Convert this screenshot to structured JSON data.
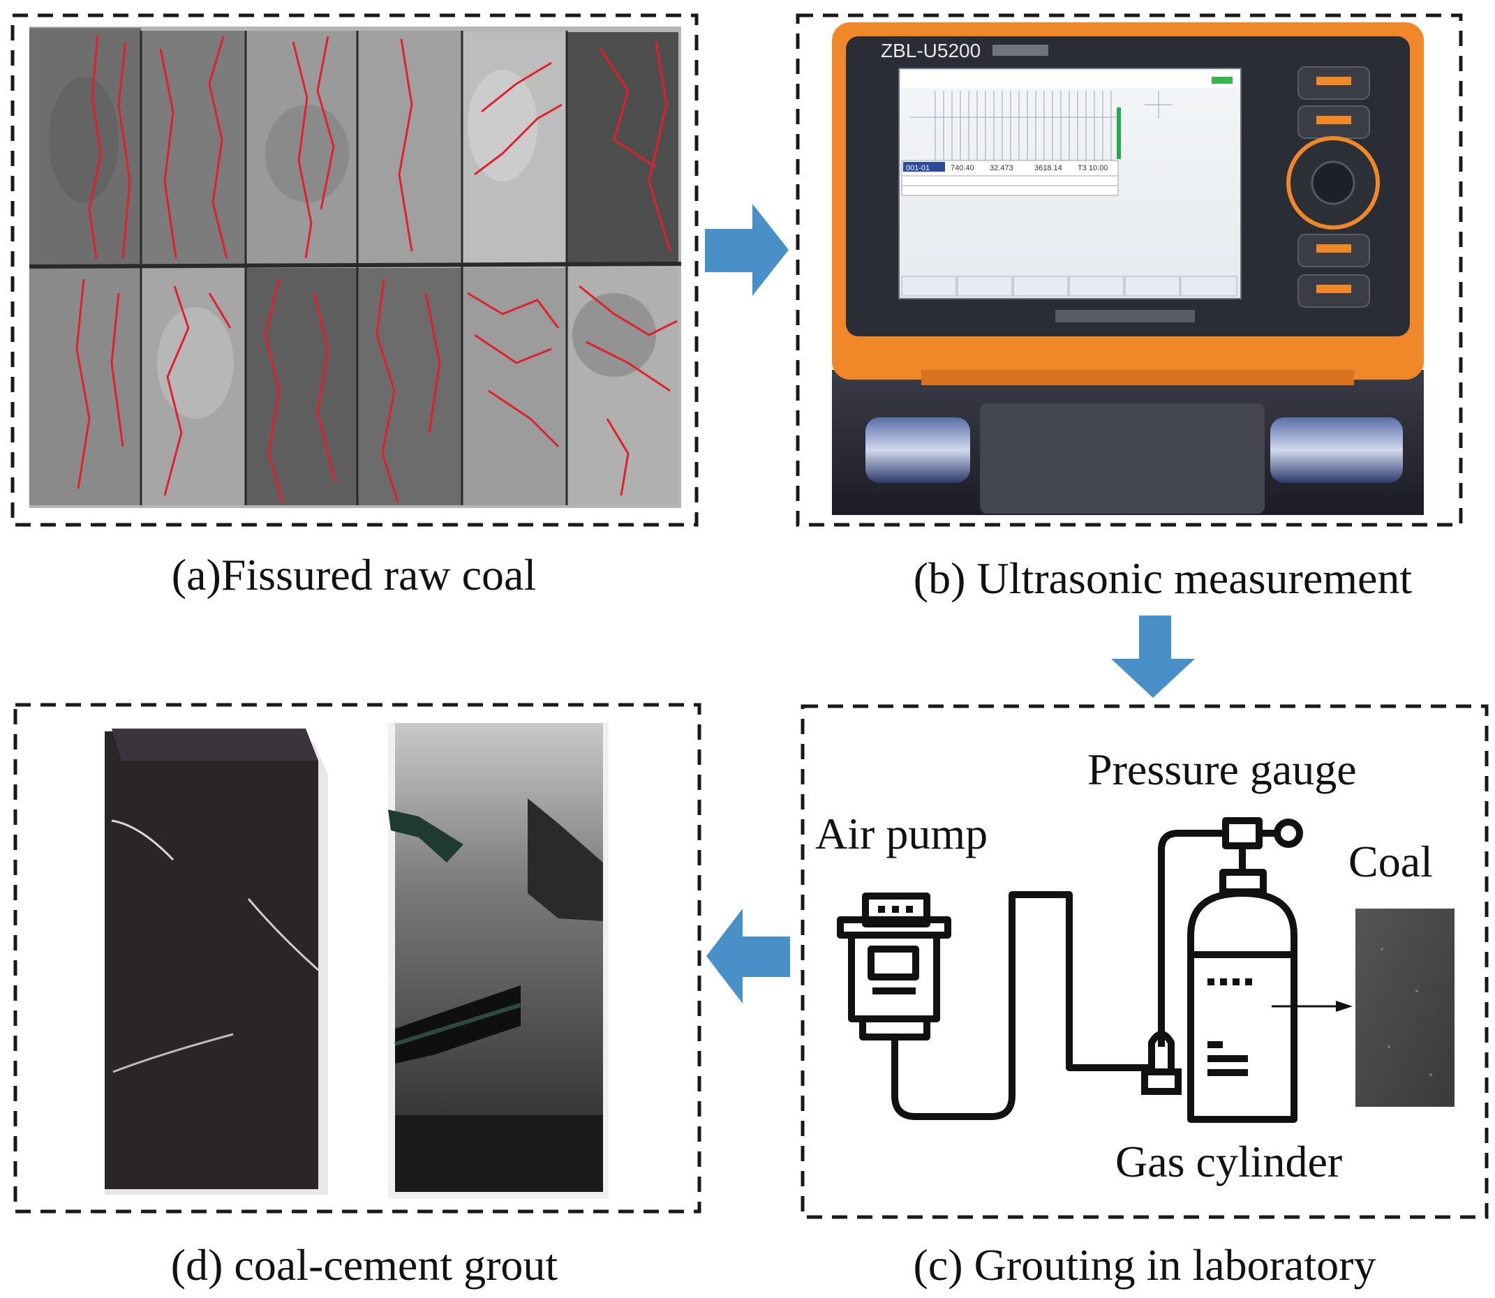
{
  "panels": {
    "a": {
      "caption": "(a)Fissured raw coal"
    },
    "b": {
      "caption": "(b) Ultrasonic measurement",
      "device_model": "ZBL-U5200",
      "screen_id": "001-01",
      "readouts": [
        "740.40",
        "32.473",
        "3618.14",
        "T3 10.00"
      ]
    },
    "c": {
      "caption": "(c) Grouting in laboratory",
      "labels": {
        "air_pump": "Air pump",
        "pressure_gauge": "Pressure gauge",
        "coal": "Coal",
        "gas_cylinder": "Gas cylinder"
      }
    },
    "d": {
      "caption": "(d) coal-cement grout"
    }
  },
  "colors": {
    "arrow": "#4a90c8",
    "crack": "#e0202a",
    "device_orange": "#f0882a",
    "dashed_border": "#1a1a1a"
  }
}
